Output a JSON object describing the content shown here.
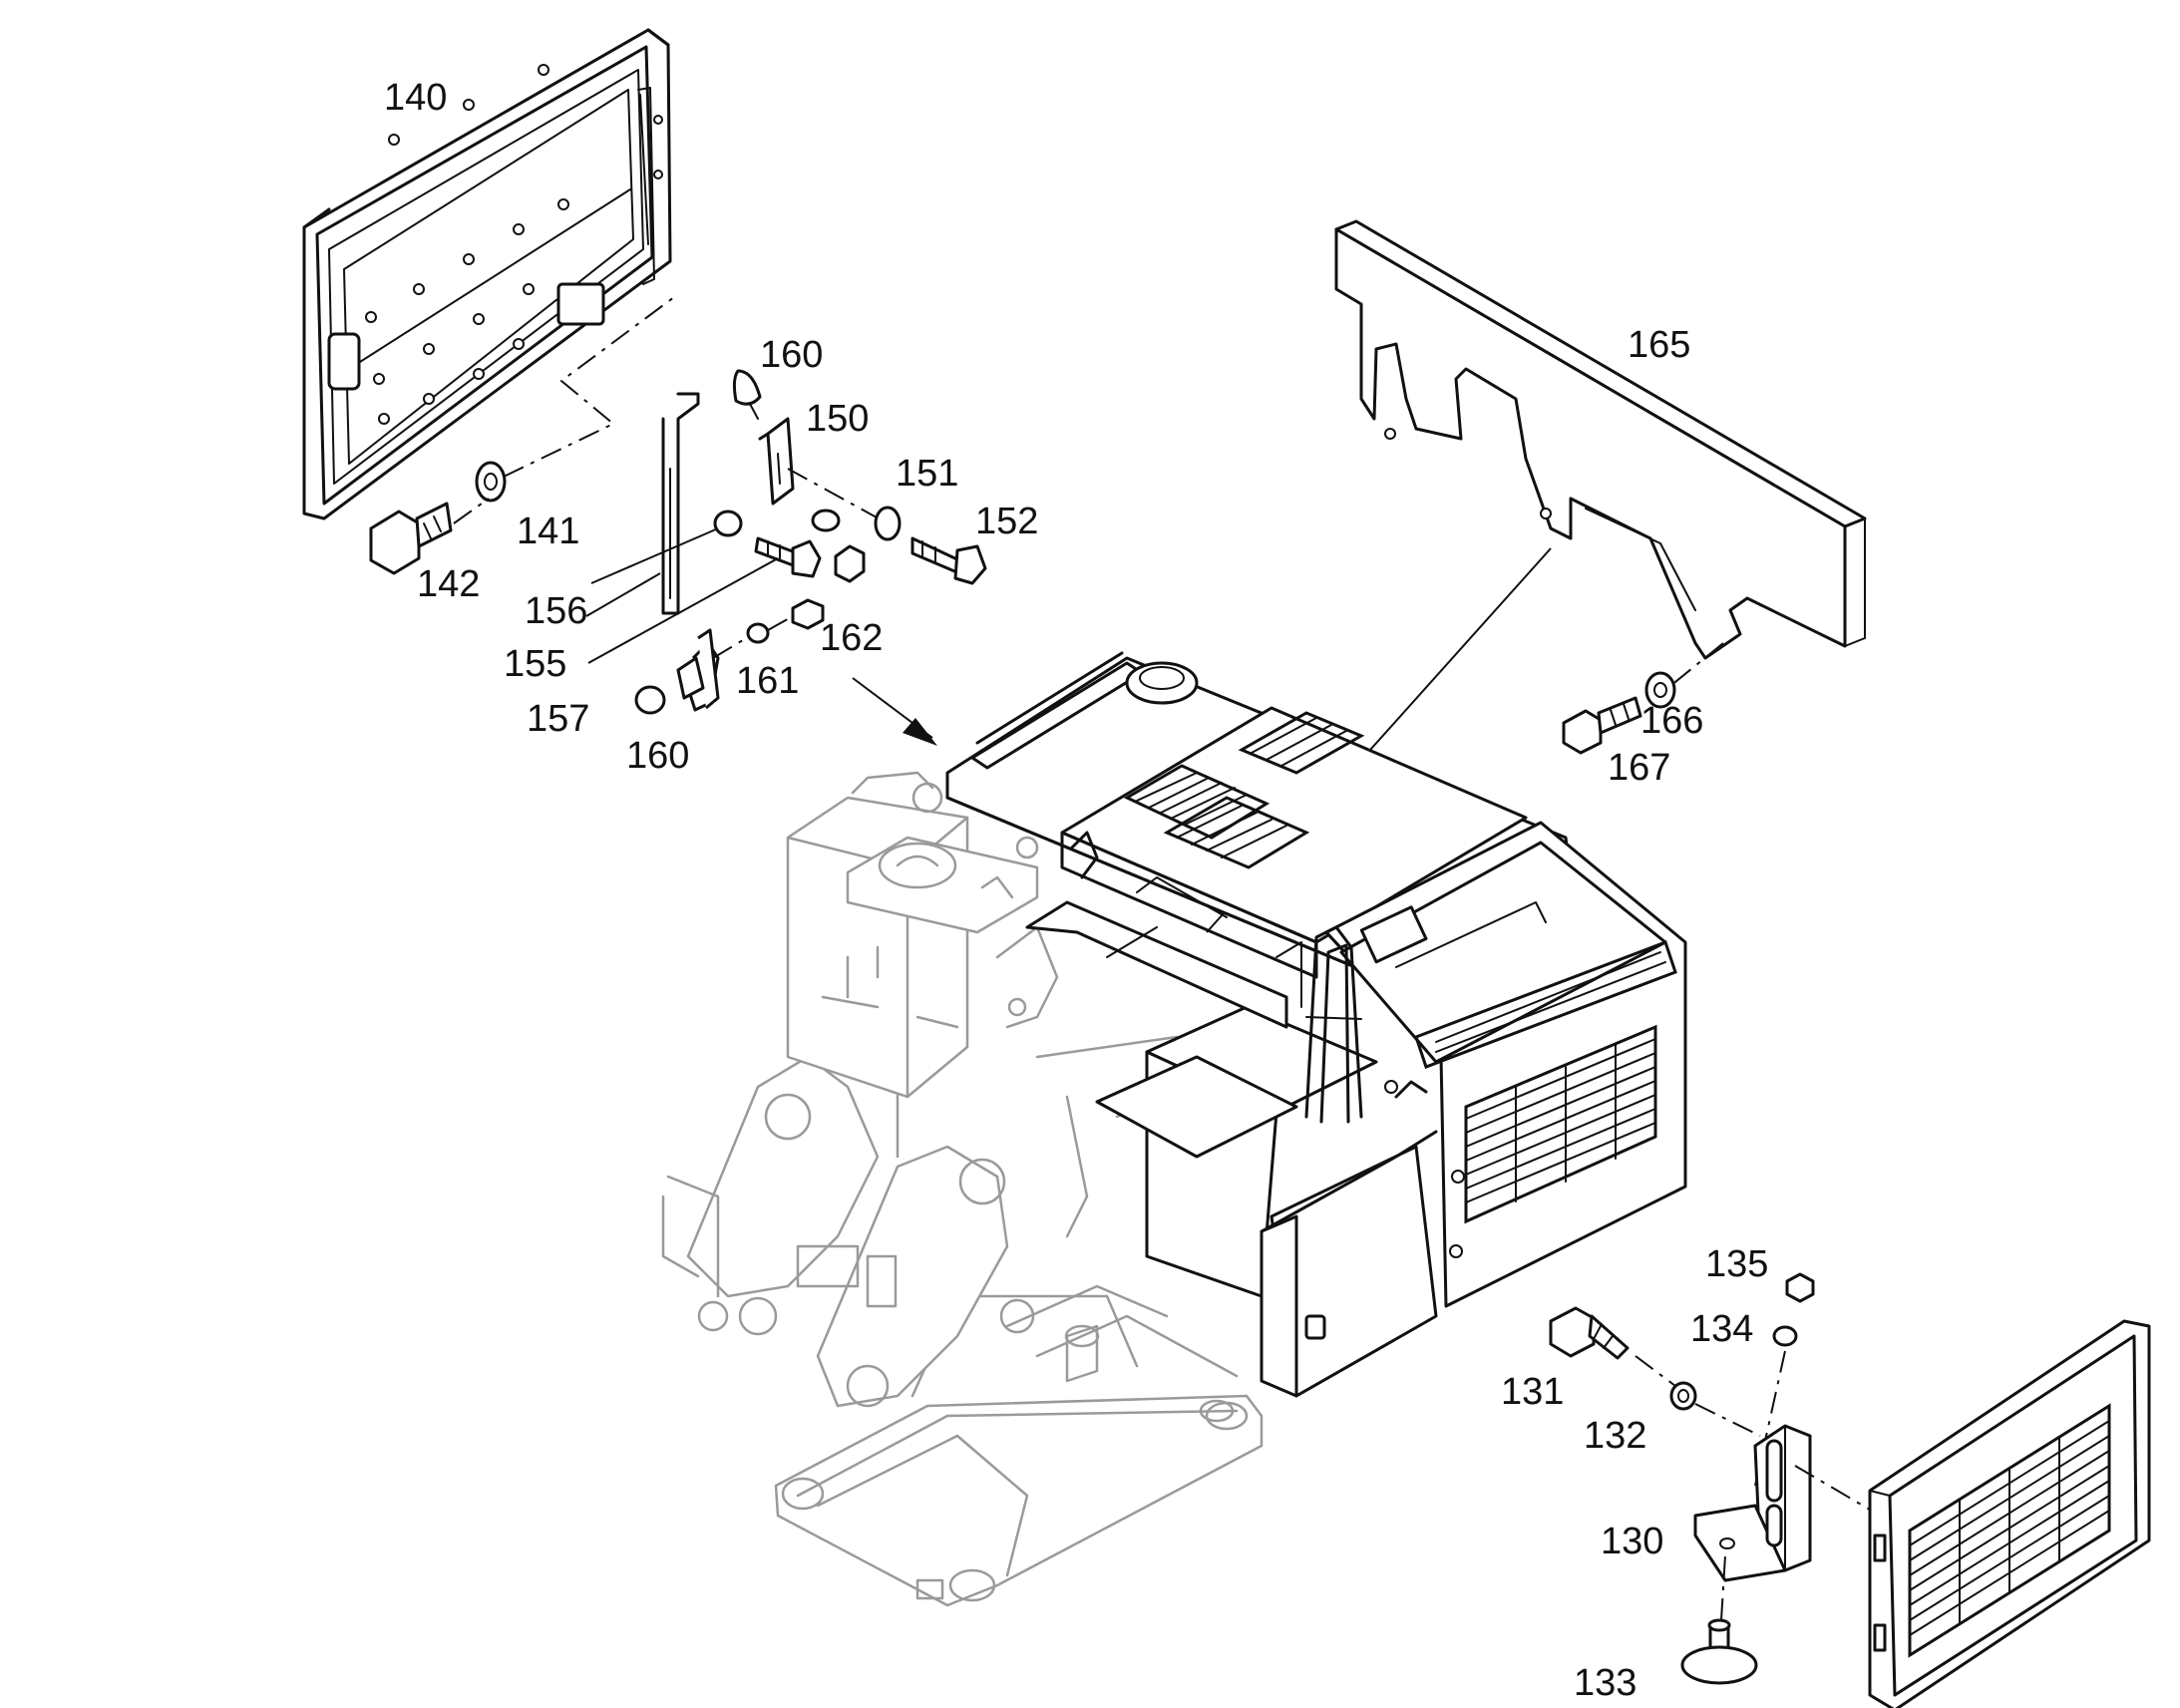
{
  "callouts": {
    "c140": "140",
    "c141": "141",
    "c142": "142",
    "c150": "150",
    "c151": "151",
    "c152": "152",
    "c155": "155",
    "c156": "156",
    "c157": "157",
    "c160a": "160",
    "c160b": "160",
    "c161": "161",
    "c162": "162",
    "c165": "165",
    "c166": "166",
    "c167": "167",
    "c130": "130",
    "c131": "131",
    "c132": "132",
    "c133": "133",
    "c134": "134",
    "c135": "135"
  }
}
